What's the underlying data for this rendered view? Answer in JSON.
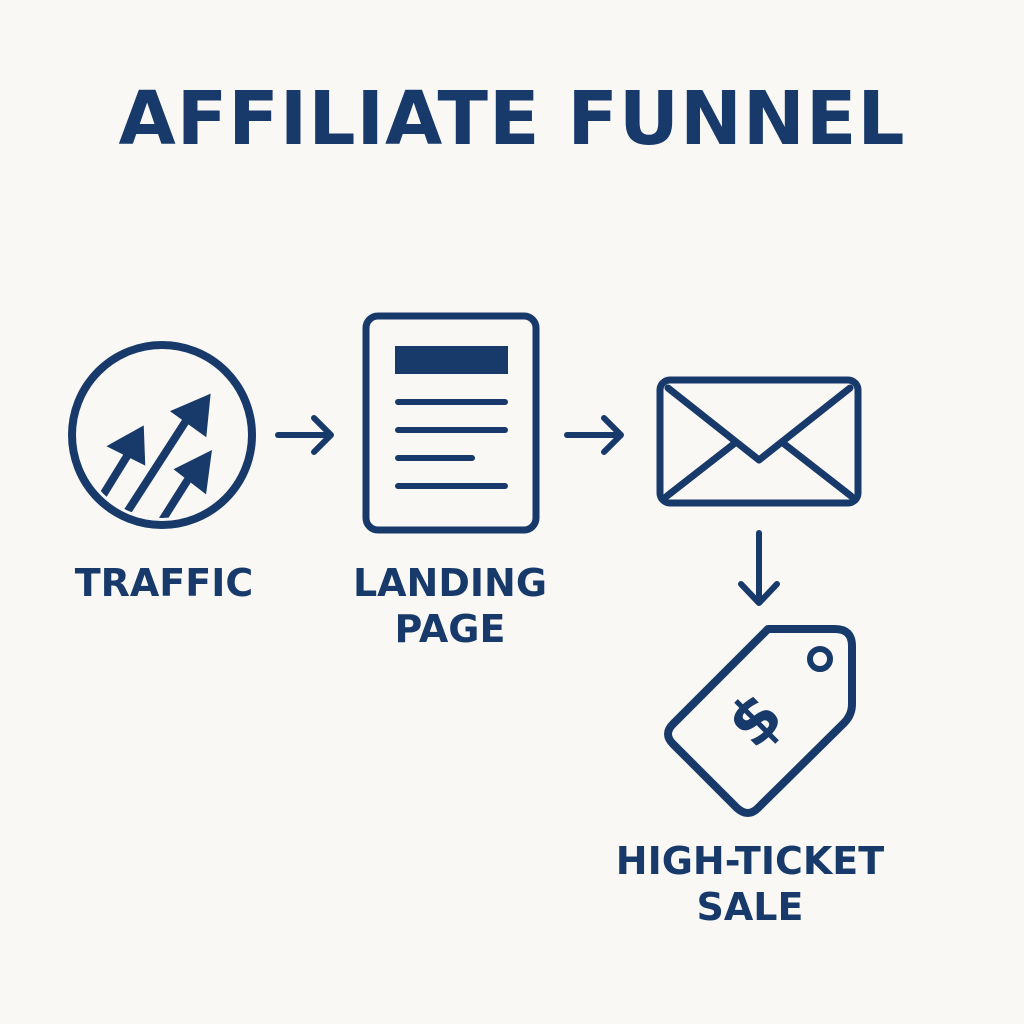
{
  "title": "AFFILIATE FUNNEL",
  "steps": [
    {
      "id": "traffic",
      "lines": [
        "TRAFFIC"
      ],
      "icon": "rising-arrows-circle-icon"
    },
    {
      "id": "landing",
      "lines": [
        "LANDING",
        "PAGE"
      ],
      "icon": "document-icon"
    },
    {
      "id": "email",
      "lines": [],
      "icon": "envelope-icon"
    },
    {
      "id": "sale",
      "lines": [
        "HIGH-TICKET",
        "SALE"
      ],
      "icon": "dollar-price-tag-icon"
    }
  ],
  "colors": {
    "primary": "#173a6a",
    "background": "#faf8f5"
  }
}
